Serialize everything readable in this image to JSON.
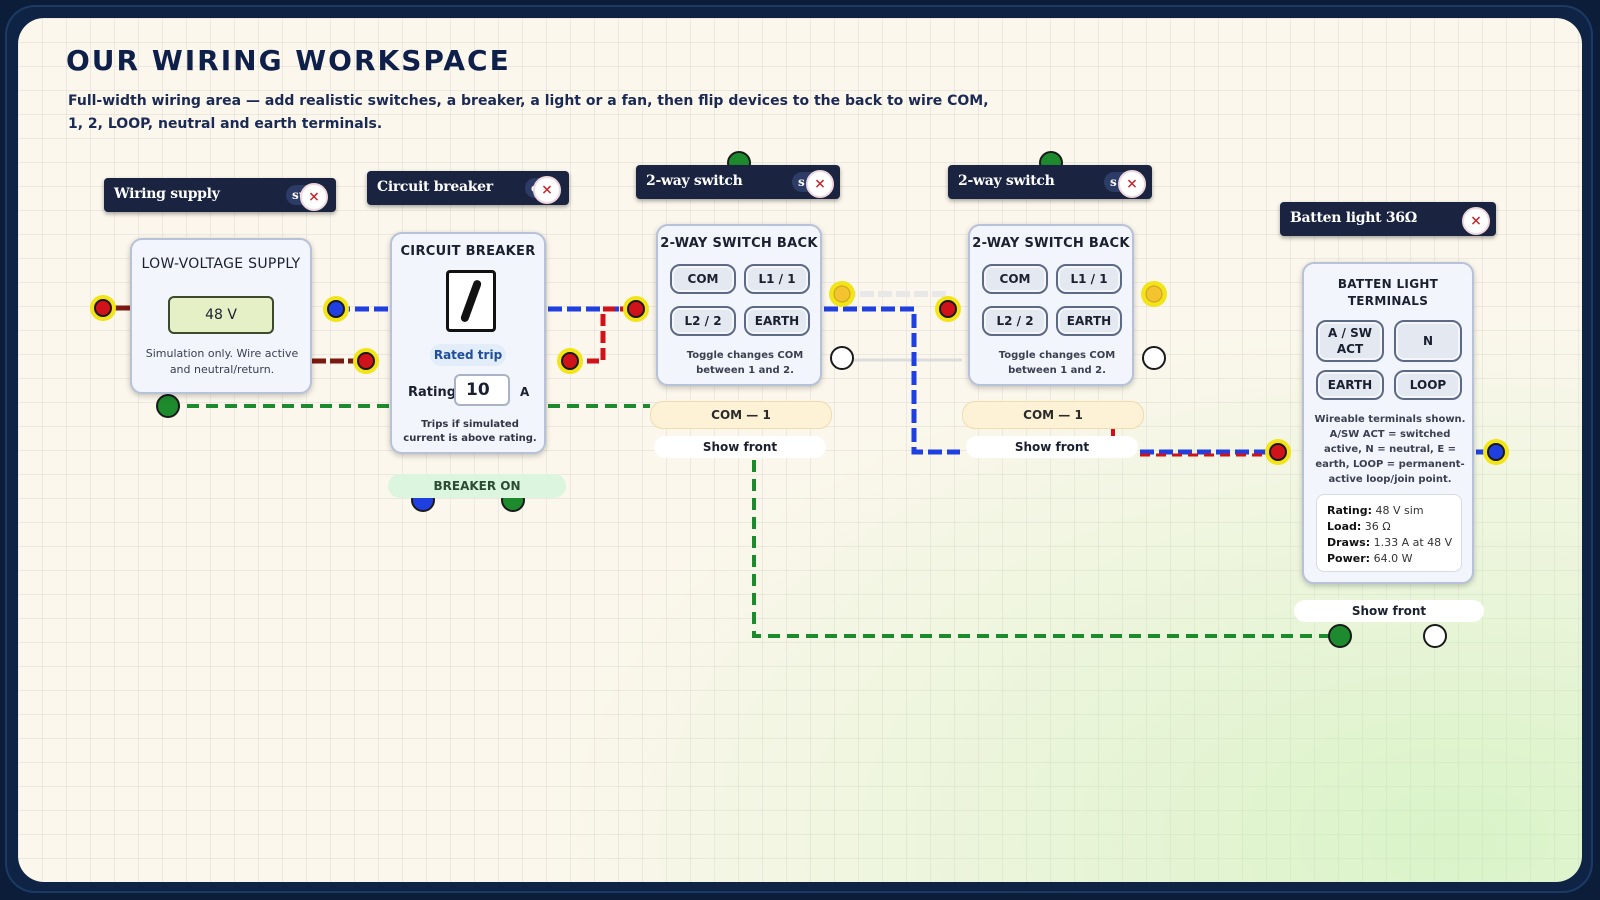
{
  "page": {
    "title": "OUR WIRING WORKSPACE",
    "subtitle": "Full-width wiring area — add realistic switches, a breaker, a light or a fan, then flip devices to the back to wire COM, 1, 2, LOOP, neutral and earth terminals."
  },
  "supply": {
    "header": "Wiring supply",
    "header_tag": "su",
    "close_label": "×",
    "title": "LOW-VOLTAGE SUPPLY",
    "voltage": "48  V",
    "note": "Simulation only. Wire active and neutral/return."
  },
  "breaker": {
    "header": "Circuit breaker",
    "header_tag": "c",
    "close_label": "×",
    "title": "CIRCUIT BREAKER",
    "rated_trip": "Rated trip",
    "rating_label": "Rating",
    "rating_value": "10",
    "rating_unit": "A",
    "trip_note": "Trips if simulated current is above rating.",
    "status": "BREAKER ON"
  },
  "switch1": {
    "header": "2-way switch",
    "header_tag": "s",
    "close_label": "×",
    "title": "2-WAY SWITCH BACK",
    "terminals": [
      "COM",
      "L1 / 1",
      "L2 / 2",
      "EARTH"
    ],
    "note": "Toggle changes COM between 1 and 2.",
    "state": "COM — 1",
    "show_front": "Show front"
  },
  "switch2": {
    "header": "2-way switch",
    "header_tag": "s",
    "close_label": "×",
    "title": "2-WAY SWITCH BACK",
    "terminals": [
      "COM",
      "L1 / 1",
      "L2 / 2",
      "EARTH"
    ],
    "note": "Toggle changes COM between 1 and 2.",
    "state": "COM — 1",
    "show_front": "Show front"
  },
  "light": {
    "header": "Batten light 36Ω",
    "close_label": "×",
    "title": "BATTEN LIGHT TERMINALS",
    "terminals": [
      "A / SW ACT",
      "N",
      "EARTH",
      "LOOP"
    ],
    "note": "Wireable terminals shown. A/SW ACT = switched active, N = neutral, E = earth, LOOP = permanent-active loop/join point.",
    "stats": {
      "rating_label": "Rating:",
      "rating_value": "48 V sim",
      "load_label": "Load:",
      "load_value": "36 Ω",
      "draws_label": "Draws:",
      "draws_value": "1.33 A at 48 V",
      "power_label": "Power:",
      "power_value": "64.0 W"
    },
    "show_front": "Show front"
  },
  "colors": {
    "active": "#d0121b",
    "neutral": "#1f3fe0",
    "earth": "#1e8a2e",
    "loop": "#eaeaea",
    "highlight": "#f2e416",
    "header_bg": "#1a2440"
  }
}
